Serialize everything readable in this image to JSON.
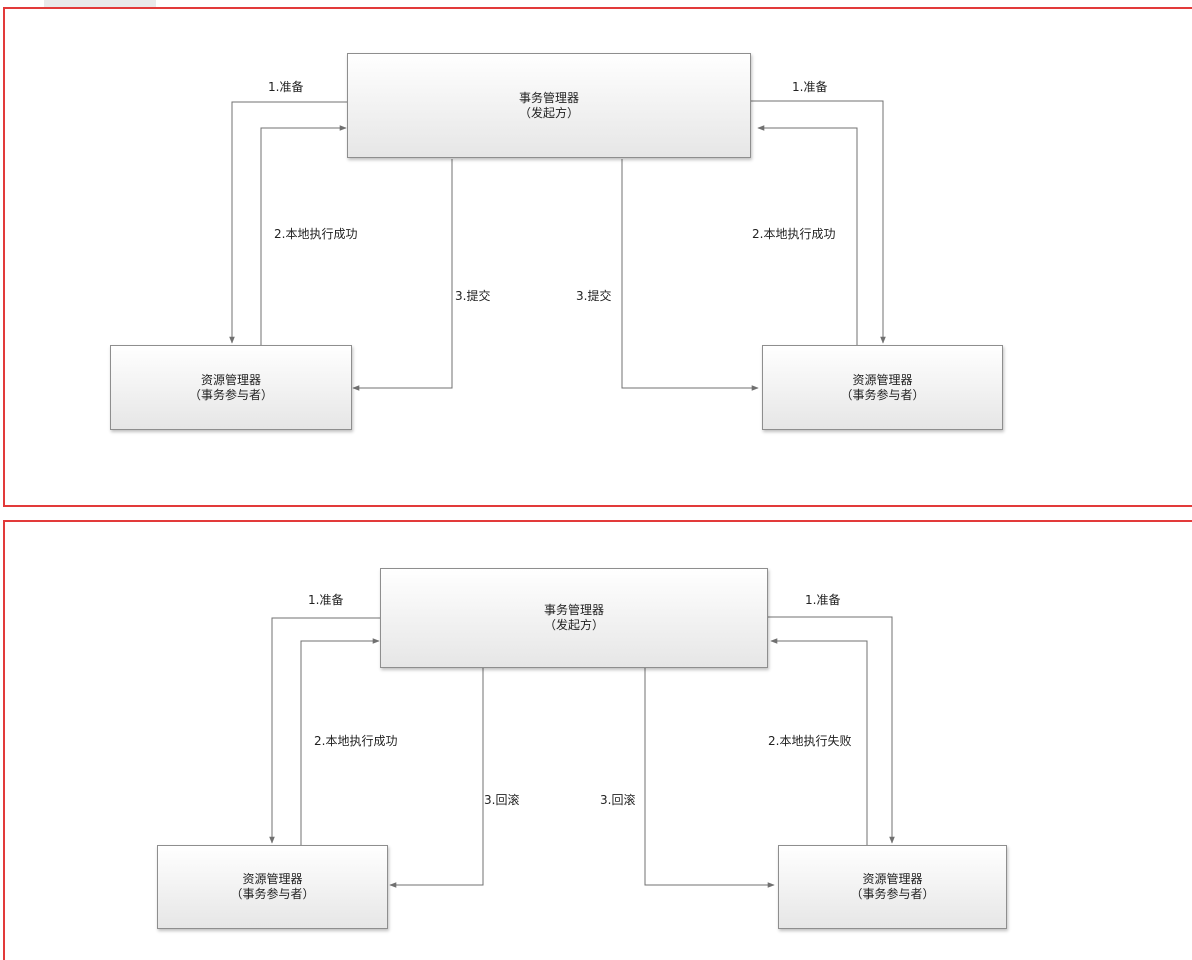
{
  "diagrams": [
    {
      "id": "commit",
      "manager": {
        "title": "事务管理器",
        "subtitle": "（发起方）"
      },
      "participant_left": {
        "title": "资源管理器",
        "subtitle": "（事务参与者）"
      },
      "participant_right": {
        "title": "资源管理器",
        "subtitle": "（事务参与者）"
      },
      "left_prepare": "1.准备",
      "right_prepare": "1.准备",
      "left_result": "2.本地执行成功",
      "right_result": "2.本地执行成功",
      "left_phase2": "3.提交",
      "right_phase2": "3.提交"
    },
    {
      "id": "rollback",
      "manager": {
        "title": "事务管理器",
        "subtitle": "（发起方）"
      },
      "participant_left": {
        "title": "资源管理器",
        "subtitle": "（事务参与者）"
      },
      "participant_right": {
        "title": "资源管理器",
        "subtitle": "（事务参与者）"
      },
      "left_prepare": "1.准备",
      "right_prepare": "1.准备",
      "left_result": "2.本地执行成功",
      "right_result": "2.本地执行失败",
      "left_phase2": "3.回滚",
      "right_phase2": "3.回滚"
    }
  ],
  "colors": {
    "frame_border": "#e23a3a",
    "connector": "#707070",
    "box_border": "#8e8e8e"
  }
}
